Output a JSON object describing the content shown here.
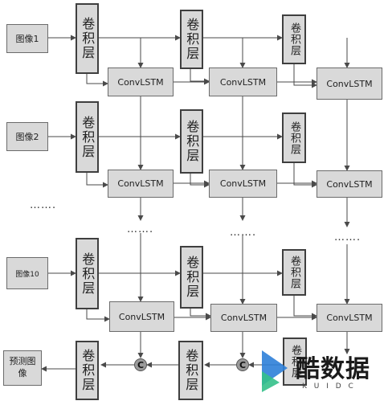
{
  "inputs": {
    "image1": "图像1",
    "image2": "图像2",
    "image10": "图像10",
    "ellipsis": "……."
  },
  "conv_label": "卷积层",
  "lstm_label": "ConvLSTM",
  "concat_symbol": "C",
  "row_dots": "…….",
  "output_label": "预测图像",
  "watermark": {
    "brand": "酷数据",
    "sub": "K U I D C",
    "brand_color": "#1a1a1a",
    "logo_colors": [
      "#2e7fd8",
      "#34c08a"
    ]
  },
  "colors": {
    "box_fill": "#d9d9d9",
    "line": "#4a4a4a",
    "concat_fill": "#9a9a9a"
  }
}
